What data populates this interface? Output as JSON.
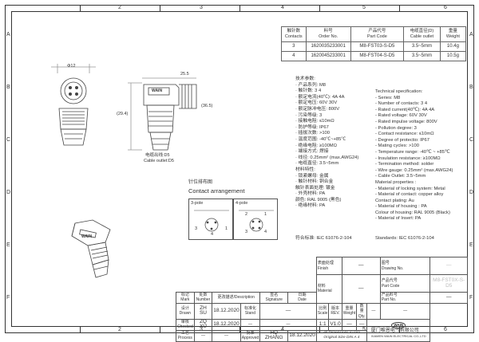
{
  "zones": {
    "top": [
      "2",
      "3",
      "4",
      "5",
      "6"
    ],
    "bottom": [
      "2",
      "3",
      "4",
      "5",
      "6"
    ],
    "side": [
      "A",
      "B",
      "C",
      "D",
      "E",
      "F"
    ]
  },
  "order_table": {
    "headers": [
      [
        "触针数",
        "Contacts"
      ],
      [
        "料号",
        "Order No."
      ],
      [
        "产品代号",
        "Part Code"
      ],
      [
        "电缆直径(D)",
        "Cable outlet"
      ],
      [
        "重量",
        "Weight"
      ]
    ],
    "rows": [
      [
        "3",
        "1620035233001",
        "M8-FST03-S-D5",
        "3.5~5mm",
        "10.4g"
      ],
      [
        "4",
        "1620045233001",
        "M8-FST04-S-D5",
        "3.5~5mm",
        "10.5g"
      ]
    ]
  },
  "drawing": {
    "dim_diameter": "Φ12",
    "dim_length": "(29.4)",
    "dim_width": "25.5",
    "dim_height": "(36.5)",
    "brand_text": "WAIN",
    "cable_outlet_cn": "电缆出线:D5",
    "cable_outlet_en": "Cable outlet:D5",
    "arrangement_cn": "针位排布图",
    "arrangement_en": "Contact arrangement",
    "pole3_label": "3-pole",
    "pole4_label": "4-pole",
    "pin_numbers": [
      "1",
      "3",
      "4"
    ],
    "pin_numbers_4": [
      "1",
      "2",
      "3",
      "4"
    ]
  },
  "spec_cn": {
    "title": "技术参数:",
    "lines": [
      "· 产品系列: M8",
      "· 触针数:            3       4",
      "· 额定电流(40℃):    4A      4A",
      "· 额定电压:          60V    30V",
      "· 额定脉冲电压: 800V",
      "· 污染等级: 3",
      "· 接触电阻: ≤10mΩ",
      "· 防护等级: IP67",
      "· 插拔次数: >100",
      "· 温度范围: -40℃~+85℃",
      "· 绝缘电阻: ≥100MΩ",
      "· 端接方式: 焊接",
      "· 线径: 0.25mm² (max.AWG24)",
      "· 电缆直径: 3.5~5mm",
      "材料特性:",
      "· 锁紧螺母: 金属",
      "· 触针材料: 铜合金",
      "   触针表面处理: 镀金",
      "· 外壳材料: PA",
      "   颜色: RAL 9005 (黑色)",
      "· 绝缘材料: PA"
    ],
    "standard": "符合标准: IEC 61076-2-104"
  },
  "spec_en": {
    "title": "Technical specification:",
    "lines": [
      "- Series: M8",
      "- Number of contacts:  3        4",
      "- Rated current(40℃):  4A       4A",
      "- Rated voltage:          60V     30V",
      "- Rated impulse voltage: 800V",
      "- Pollution degree: 3",
      "- Contact resistance: ≤10mΩ",
      "- Degree of protectio: IP67",
      "- Mating cycles: >100",
      "- Temperature range: -40℃ ~ +85℃",
      "- Insulation resistance: ≥100MΩ",
      "- Termination method: solder",
      "- Wire gauge: 0.25mm² (max.AWG24)",
      "- Cable Outlet: 3.5~5mm",
      "Material properties :",
      "- Material of locking system: Metal",
      "- Material of contact: copper alloy",
      "  Contact plating: Au",
      "- Material of housing : PA",
      "  Colour of housing: RAL 9005 (Black)",
      "- Material of Insert: PA"
    ],
    "standard": "Standards: IEC 61076-2-104"
  },
  "title_block": {
    "finish_cn": "表面处理",
    "finish_en": "Finish",
    "finish_val": "—",
    "drawing_cn": "图号",
    "drawing_en": "Drawing No.",
    "drawing_val": "—",
    "partcode_cn": "产品代号",
    "partcode_en": "Part Code",
    "partcode_val": "M8-FST0X-S-D5",
    "material_cn": "材料",
    "material_en": "Material",
    "material_val": "—",
    "partno_cn": "产品料号",
    "partno_en": "Part No.",
    "partno_val": "—",
    "mark_cn": "标记",
    "mark_en": "Mark",
    "number_cn": "处数",
    "number_en": "Number",
    "change_cn": "更改描述/Description",
    "sign_cn": "签名",
    "sign_en": "Signature",
    "date_cn": "日期",
    "date_en": "Date",
    "drawn_cn": "设计",
    "drawn_en": "Drawn",
    "drawn_by": "ZH SU",
    "drawn_date": "18.12.2020",
    "checked_cn": "审核",
    "checked_en": "Checked",
    "checked_by": "ZQ XU",
    "checked_date": "18.12.2020",
    "process_cn": "工艺",
    "process_en": "Process",
    "stand_cn": "标准化",
    "stand_en": "Stand",
    "stand_val": "—",
    "approved_cn": "批准",
    "approved_en": "Approved",
    "approved_by": "HQ ZHANG",
    "approved_date": "18.12.2020",
    "scale_cn": "比例",
    "scale_en": "Scale",
    "scale_val": "1:1",
    "rev_cn": "版本",
    "rev_en": "REV.",
    "rev_val": "V1.0",
    "weight_cn": "重量",
    "weight_en": "Weight",
    "weight_val": "—",
    "qty_cn": "数量",
    "qty_en": "Qty.",
    "qty_val": "—",
    "dim_note_1": "All Dimensions in mm",
    "dim_note_2": "Original Size DIN A 4",
    "company_cn": "厦门唯恩电气有限公司",
    "company_en": "XIAMEN WAIN ELECTRICAL CO.,LTD",
    "logo_text": "WAIN",
    "dash": "—"
  },
  "colors": {
    "line": "#333333",
    "faint": "#999999"
  }
}
